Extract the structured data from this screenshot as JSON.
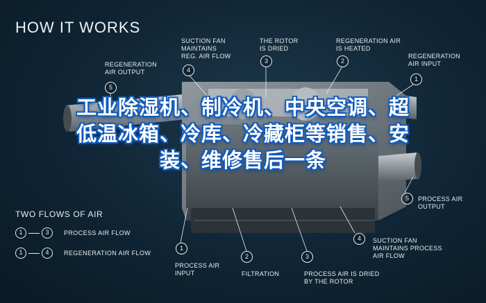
{
  "header": {
    "title": "HOW IT WORKS"
  },
  "callouts_top": [
    {
      "num": "5",
      "text": "REGENERATION\nAIR OUTPUT"
    },
    {
      "num": "4",
      "text": "SUCTION FAN\nMAINTAINS\nREG. AIR FLOW"
    },
    {
      "num": "3",
      "text": "THE ROTOR\nIS DRIED"
    },
    {
      "num": "2",
      "text": "REGENERATION AIR\nIS HEATED"
    },
    {
      "num": "1",
      "text": "REGENERATION\nAIR INPUT"
    }
  ],
  "callouts_bottom": [
    {
      "num": "1",
      "text": "PROCESS AIR\nINPUT"
    },
    {
      "num": "2",
      "text": "FILTRATION"
    },
    {
      "num": "3",
      "text": "PROCESS AIR IS DRIED\nBY THE ROTOR"
    },
    {
      "num": "4",
      "text": "SUCTION FAN\nMAINTAINS PROCESS\nAIR FLOW"
    },
    {
      "num": "5",
      "text": "PROCESS AIR\nOUTPUT"
    }
  ],
  "flows": {
    "title": "TWO FLOWS OF AIR",
    "items": [
      {
        "from": "1",
        "to": "3",
        "label": "PROCESS AIR FLOW"
      },
      {
        "from": "1",
        "to": "4",
        "label": "REGENERATION AIR FLOW"
      }
    ]
  },
  "overlay_text": "工业除湿机、制冷机、中央空调、超低温冰箱、冷库、冷藏柜等销售、安装、维修售后一条"
}
